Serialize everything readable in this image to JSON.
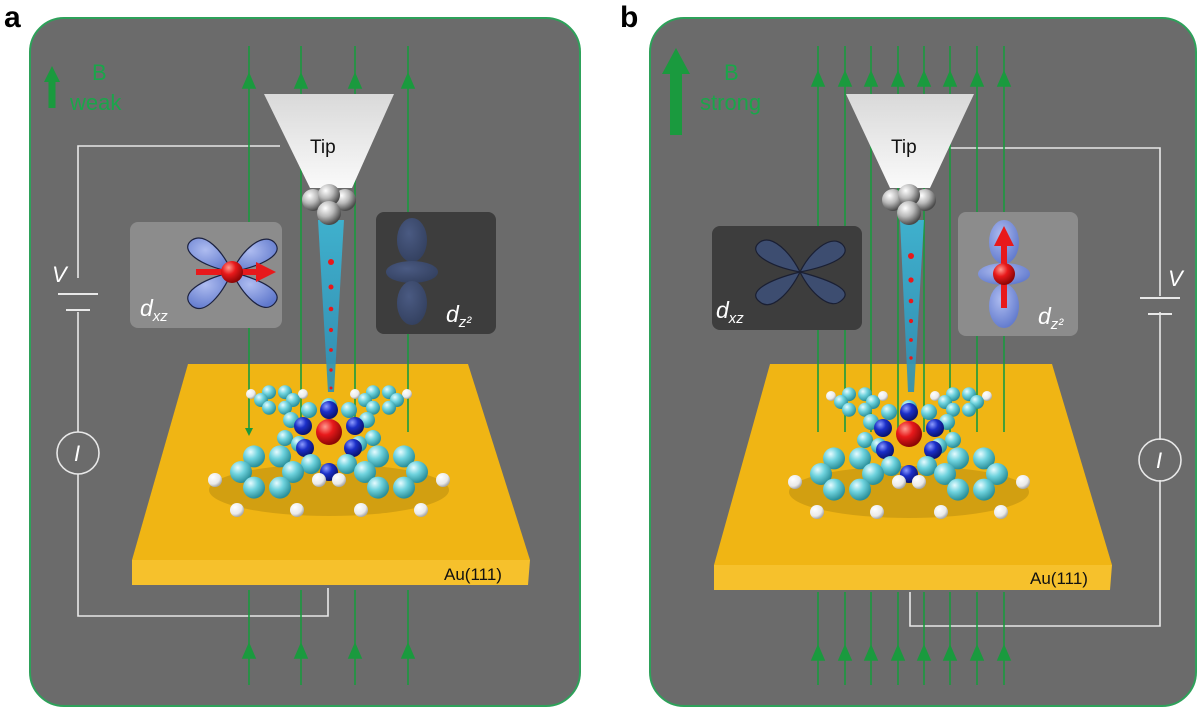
{
  "panels": [
    {
      "letter": "a",
      "field_label": "B",
      "field_strength": "weak",
      "tip_label": "Tip",
      "substrate_label": "Au(111)",
      "voltage_label": "V",
      "current_label": "I",
      "orbital_active": {
        "name": "d",
        "sub": "xz"
      },
      "orbital_inactive": {
        "name": "d",
        "sub": "z²"
      }
    },
    {
      "letter": "b",
      "field_label": "B",
      "field_strength": "strong",
      "tip_label": "Tip",
      "substrate_label": "Au(111)",
      "voltage_label": "V",
      "current_label": "I",
      "orbital_active": {
        "name": "d",
        "sub": "z²"
      },
      "orbital_inactive": {
        "name": "d",
        "sub": "xz"
      }
    }
  ],
  "colors": {
    "panel_bg": "#6b6b6b",
    "panel_border": "#2ea15a",
    "field_line": "#1a9a3e",
    "gold_top": "#f0b514",
    "gold_side": "#f6c12c",
    "spin": "#e8191b",
    "orbital_blue": "#7f95d8",
    "carbon": "#6fd3de",
    "nitrogen": "#1b2fc8",
    "hydrogen": "#ffffff"
  }
}
